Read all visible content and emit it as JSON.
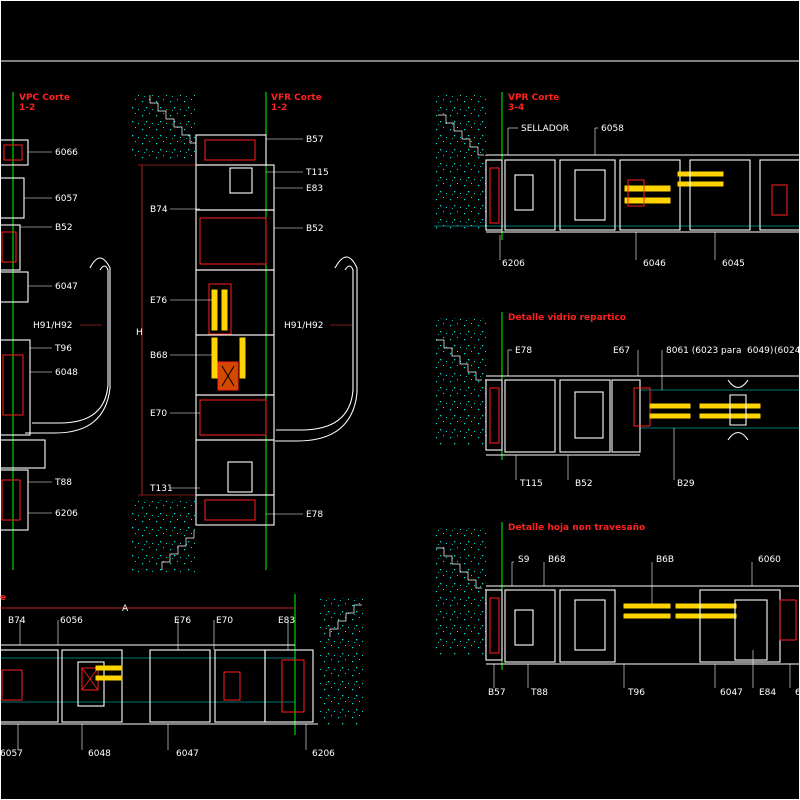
{
  "colors": {
    "background": "#000000",
    "lines": "#ffffff",
    "titles": "#ff2020",
    "hatch": "#00e5e5",
    "glass": "#ffd400",
    "axis": "#00ff00"
  },
  "titles": {
    "vpc": [
      "VPC Corte",
      "1-2"
    ],
    "vfr": [
      "VFR Corte",
      "1-2"
    ],
    "vpr": [
      "VPR Corte",
      "3-4"
    ],
    "vidrio": "Detalle vidrio repartico",
    "hoja": "Detalle hoja non travesaño",
    "bottom_partial": "e"
  },
  "labels": {
    "vpc": [
      "6066",
      "6057",
      "B52",
      "6047",
      "H91/H92",
      "T96",
      "6048",
      "T88",
      "6206"
    ],
    "vfr": [
      "B57",
      "T115",
      "E83",
      "B74",
      "B52",
      "E76",
      "H",
      "H91/H92",
      "B68",
      "E70",
      "T131",
      "E78"
    ],
    "vpr": [
      "SELLADOR",
      "6058",
      "6206",
      "6046",
      "6045"
    ],
    "vidrio": [
      "E78",
      "E67",
      "8061 (6023 para",
      "6049)",
      "(6024",
      "T115",
      "B52",
      "B29"
    ],
    "hoja": [
      "S9",
      "B68",
      "B6B",
      "6060",
      "B57",
      "T88",
      "T96",
      "6047",
      "E84",
      "6"
    ],
    "horiz": [
      "B74",
      "6056",
      "A",
      "E76",
      "E70",
      "E83",
      "6057",
      "6048",
      "6047",
      "6206"
    ]
  }
}
